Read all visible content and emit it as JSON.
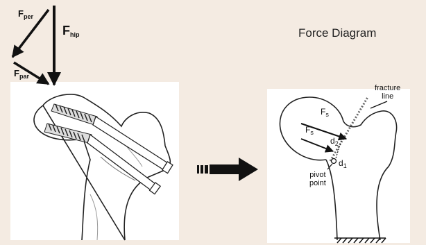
{
  "title": "Force Diagram",
  "forces": {
    "per": {
      "main": "F",
      "sub": "per"
    },
    "hip": {
      "main": "F",
      "sub": "hip"
    },
    "par": {
      "main": "F",
      "sub": "par"
    },
    "fs_top": {
      "main": "F",
      "sub": "s"
    },
    "fs_bottom": {
      "main": "F",
      "sub": "s"
    }
  },
  "distances": {
    "d2": {
      "main": "d",
      "sub": "2"
    },
    "d1": {
      "main": "d",
      "sub": "1"
    }
  },
  "labels": {
    "fracture_line_1": "fracture",
    "fracture_line_2": "line",
    "pivot_1": "pivot",
    "pivot_2": "point"
  },
  "colors": {
    "background": "#f4ebe2",
    "ink": "#111111",
    "panel": "#ffffff"
  }
}
